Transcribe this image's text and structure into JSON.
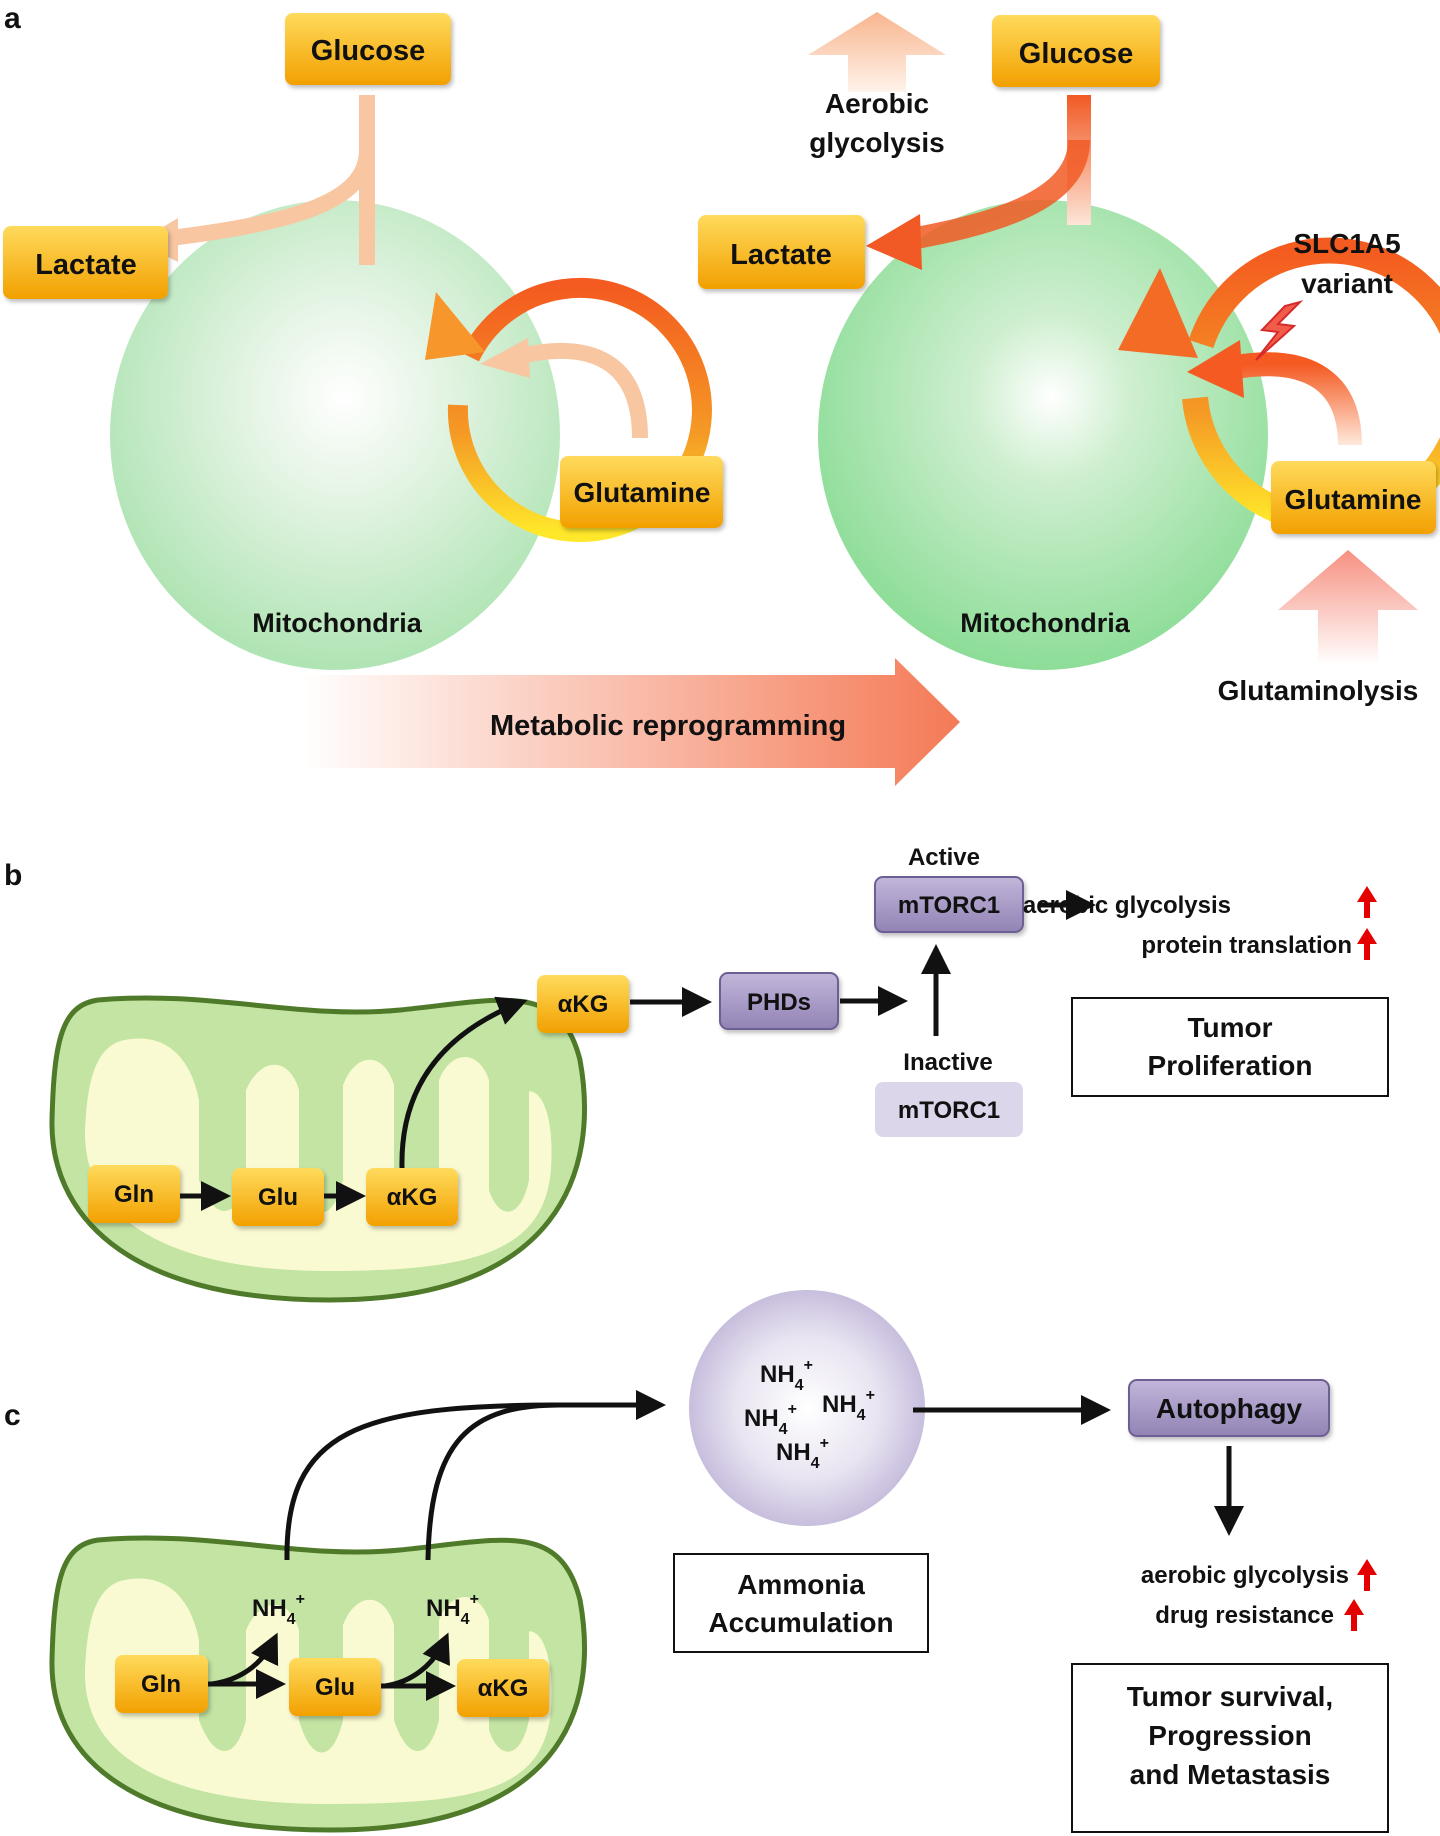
{
  "panels": {
    "a": "a",
    "b": "b",
    "c": "c"
  },
  "panel_a": {
    "left": {
      "glucose": "Glucose",
      "lactate": "Lactate",
      "glutamine": "Glutamine",
      "mitochondria": "Mitochondria"
    },
    "right": {
      "glucose": "Glucose",
      "lactate": "Lactate",
      "glutamine": "Glutamine",
      "mitochondria": "Mitochondria",
      "aerobic_line1": "Aerobic",
      "aerobic_line2": "glycolysis",
      "slc_line1": "SLC1A5",
      "slc_line2": "variant",
      "glutaminolysis": "Glutaminolysis"
    },
    "reprogramming": "Metabolic reprogramming"
  },
  "panel_b": {
    "gln": "Gln",
    "glu": "Glu",
    "akg_inner": "αKG",
    "akg_outer": "αKG",
    "phds": "PHDs",
    "active_label": "Active",
    "mtorc1_active": "mTORC1",
    "inactive_label": "Inactive",
    "mtorc1_inactive": "mTORC1",
    "effect1": "aerobic glycolysis",
    "effect2": "protein translation",
    "outcome_line1": "Tumor",
    "outcome_line2": "Proliferation"
  },
  "panel_c": {
    "gln": "Gln",
    "glu": "Glu",
    "akg": "αKG",
    "nh4": "NH",
    "sub4": "4",
    "sup_plus": "+",
    "ammonia_line1": "Ammonia",
    "ammonia_line2": "Accumulation",
    "autophagy": "Autophagy",
    "effect1": "aerobic glycolysis",
    "effect2": "drug resistance",
    "outcome_line1": "Tumor survival,",
    "outcome_line2": "Progression",
    "outcome_line3": "and Metastasis"
  },
  "colors": {
    "box_yellow_top": "#FFD24A",
    "box_yellow_bottom": "#F2A000",
    "purple_box": "#A899C4",
    "purple_light": "#DCD6EA",
    "mito_fill": "#C3E4A3",
    "mito_stroke": "#4F7A2A",
    "mito_inner": "#FAFAD2",
    "cell_green": "#9EE0A6",
    "arrow_peach": "#F8C7A2",
    "arrow_orange": "#F36B35",
    "up_arrow_red": "#E50000"
  }
}
